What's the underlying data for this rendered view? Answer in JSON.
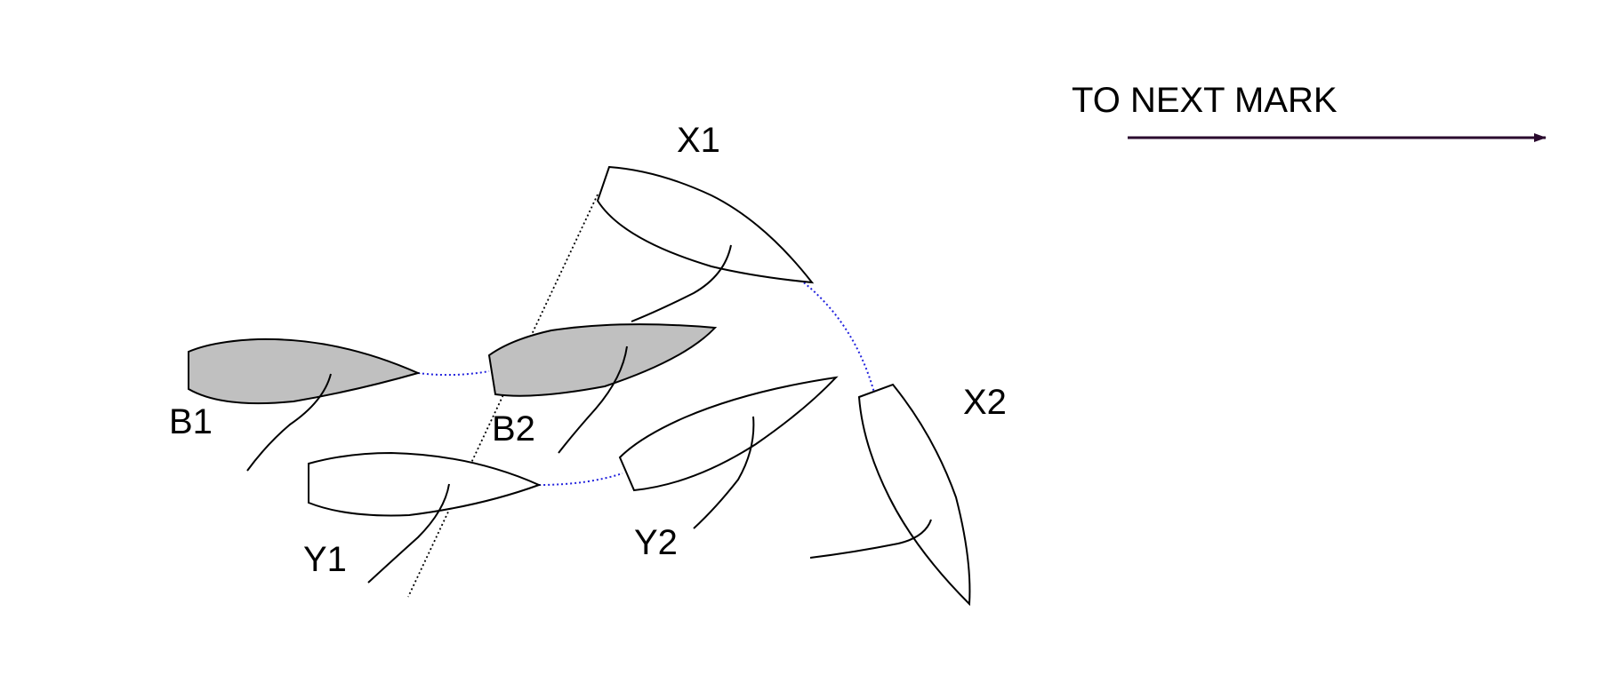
{
  "diagram": {
    "colors": {
      "background": "#ffffff",
      "outline": "#000000",
      "shaded_hull": "#c0c0c0",
      "unshaded_hull": "#ffffff",
      "track": "#2222dd",
      "transom_line": "#000000",
      "arrow": "#2a0a2e"
    },
    "boats": {
      "B1": {
        "label": "B1",
        "shaded": true
      },
      "B2": {
        "label": "B2",
        "shaded": true
      },
      "Y1": {
        "label": "Y1",
        "shaded": false
      },
      "Y2": {
        "label": "Y2",
        "shaded": false
      },
      "X1": {
        "label": "X1",
        "shaded": false
      },
      "X2": {
        "label": "X2",
        "shaded": false
      }
    },
    "next_mark": {
      "label": "TO NEXT MARK",
      "arrow_icon": "right-arrow-icon"
    }
  }
}
